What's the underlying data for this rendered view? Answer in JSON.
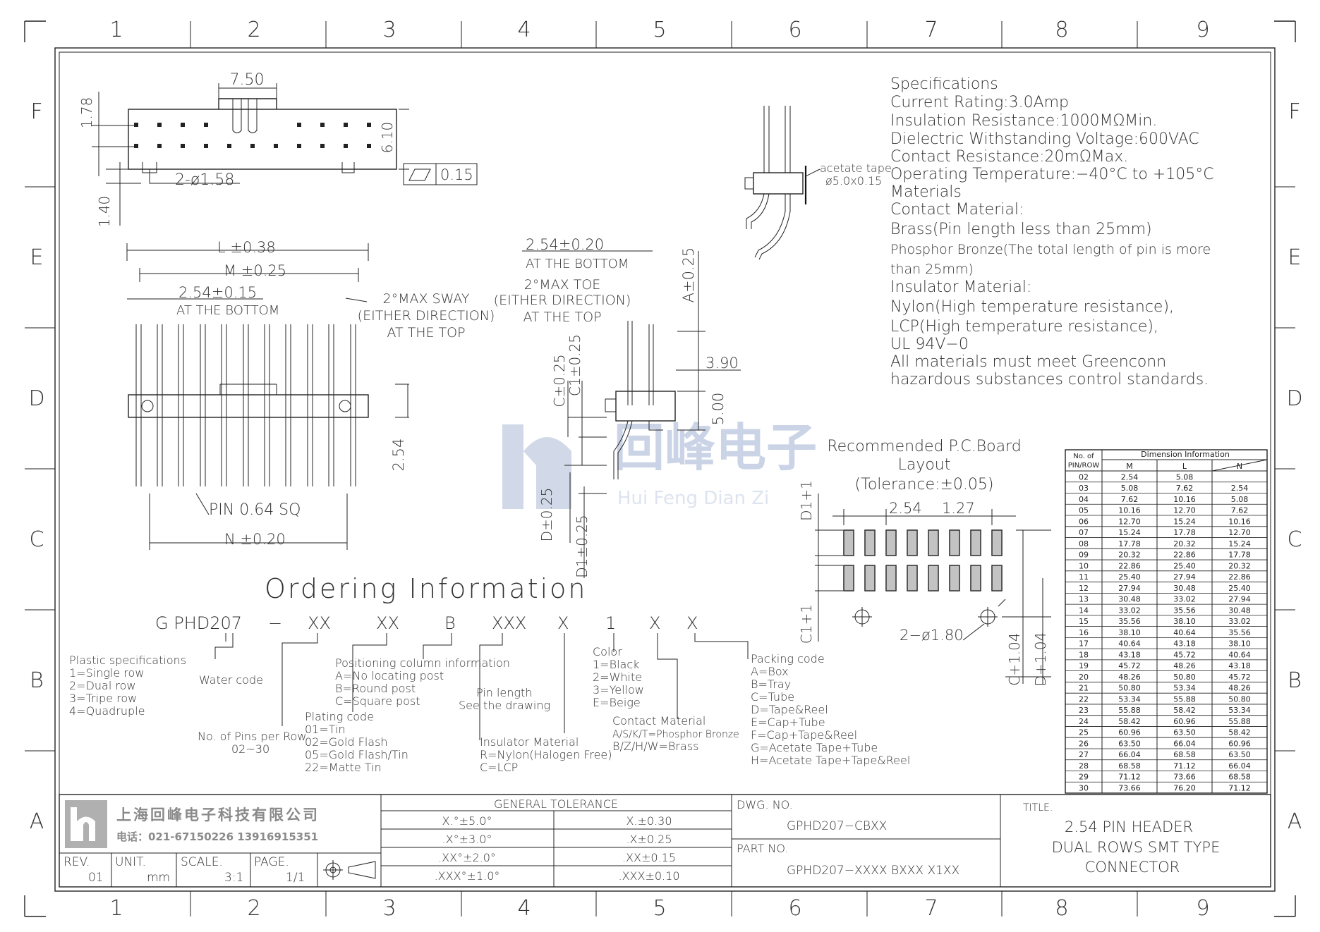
{
  "frame": {
    "col_labels": [
      "1",
      "2",
      "3",
      "4",
      "5",
      "6",
      "7",
      "8",
      "9"
    ],
    "row_labels": [
      "F",
      "E",
      "D",
      "C",
      "B",
      "A"
    ]
  },
  "top_view": {
    "dims": [
      "7.50",
      "1.78",
      "6.10",
      "2-ø1.58",
      "1.40"
    ],
    "flatness": "0.15"
  },
  "front_view": {
    "dims": [
      "L ±0.38",
      "M ±0.25",
      "2.54±0.15",
      "AT THE BOTTOM",
      "2.54",
      "PIN 0.64 SQ",
      "N ±0.20"
    ],
    "sway_note": [
      "2°MAX SWAY",
      "(EITHER DIRECTION)",
      "AT THE TOP"
    ]
  },
  "side_view": {
    "dims": [
      "2.54±0.20",
      "AT THE BOTTOM",
      "A±0.25",
      "3.90",
      "5.00",
      "C±0.25",
      "C1±0.25",
      "D±0.25",
      "D1±0.25"
    ],
    "toe_note": [
      "2°MAX TOE",
      "(EITHER DIRECTION)",
      "AT THE TOP"
    ]
  },
  "tape_view": {
    "label": "acetate tape",
    "size": "ø5.0x0.15"
  },
  "specifications": [
    "Specifications",
    "Current Rating:3.0Amp",
    "Insulation Resistance:1000MΩMin.",
    "Dielectric Withstanding Voltage:600VAC",
    "Contact Resistance:20mΩMax.",
    "Operating Temperature:−40°C to +105°C",
    "Materials",
    "Contact Material:",
    "Brass(Pin length less than 25mm)",
    "Phosphor Bronze(The total length of pin is more",
    "than 25mm)",
    "Insulator Material:",
    "Nylon(High temperature resistance),",
    "LCP(High temperature resistance),",
    "UL 94V−0",
    "All materials must meet Greenconn",
    "hazardous substances control standards."
  ],
  "watermark": {
    "brand": "回峰电子",
    "pinyin": "Hui Feng Dian Zi"
  },
  "pcb_layout": {
    "title": [
      "Recommended P.C.Board",
      "Layout",
      "(Tolerance:±0.05)"
    ],
    "dims": [
      "2.54",
      "1.27",
      "D1+1",
      "C1+1",
      "2−ø1.80",
      "C+1.04",
      "D+1.04"
    ]
  },
  "dimension_table": {
    "header_left": [
      "No. of",
      "PIN/ROW"
    ],
    "header_group": "Dimension Information",
    "columns": [
      "M",
      "L",
      "N"
    ],
    "rows": [
      [
        "02",
        "2.54",
        "5.08",
        ""
      ],
      [
        "03",
        "5.08",
        "7.62",
        "2.54"
      ],
      [
        "04",
        "7.62",
        "10.16",
        "5.08"
      ],
      [
        "05",
        "10.16",
        "12.70",
        "7.62"
      ],
      [
        "06",
        "12.70",
        "15.24",
        "10.16"
      ],
      [
        "07",
        "15.24",
        "17.78",
        "12.70"
      ],
      [
        "08",
        "17.78",
        "20.32",
        "15.24"
      ],
      [
        "09",
        "20.32",
        "22.86",
        "17.78"
      ],
      [
        "10",
        "22.86",
        "25.40",
        "20.32"
      ],
      [
        "11",
        "25.40",
        "27.94",
        "22.86"
      ],
      [
        "12",
        "27.94",
        "30.48",
        "25.40"
      ],
      [
        "13",
        "30.48",
        "33.02",
        "27.94"
      ],
      [
        "14",
        "33.02",
        "35.56",
        "30.48"
      ],
      [
        "15",
        "35.56",
        "38.10",
        "33.02"
      ],
      [
        "16",
        "38.10",
        "40.64",
        "35.56"
      ],
      [
        "17",
        "40.64",
        "43.18",
        "38.10"
      ],
      [
        "18",
        "43.18",
        "45.72",
        "40.64"
      ],
      [
        "19",
        "45.72",
        "48.26",
        "43.18"
      ],
      [
        "20",
        "48.26",
        "50.80",
        "45.72"
      ],
      [
        "21",
        "50.80",
        "53.34",
        "48.26"
      ],
      [
        "22",
        "53.34",
        "55.88",
        "50.80"
      ],
      [
        "23",
        "55.88",
        "58.42",
        "53.34"
      ],
      [
        "24",
        "58.42",
        "60.96",
        "55.88"
      ],
      [
        "25",
        "60.96",
        "63.50",
        "58.42"
      ],
      [
        "26",
        "63.50",
        "66.04",
        "60.96"
      ],
      [
        "27",
        "66.04",
        "68.58",
        "63.50"
      ],
      [
        "28",
        "68.58",
        "71.12",
        "66.04"
      ],
      [
        "29",
        "71.12",
        "73.66",
        "68.58"
      ],
      [
        "30",
        "73.66",
        "76.20",
        "71.12"
      ]
    ]
  },
  "ordering": {
    "title": "Ordering Information",
    "code_parts": [
      "G PHD207",
      "−",
      "XX",
      "XX",
      "B",
      "XXX",
      "X",
      "1",
      "X",
      "X"
    ],
    "plastic": [
      "Plastic specifications",
      "1=Single row",
      "2=Dual row",
      "3=Tripe row",
      "4=Quadruple"
    ],
    "water": "Water code",
    "pins_per_row": [
      "No. of Pins per Row",
      "02~30"
    ],
    "plating": [
      "Plating code",
      "01=Tin",
      "02=Gold Flash",
      "05=Gold Flash/Tin",
      "22=Matte Tin"
    ],
    "positioning": [
      "Positioning column information",
      "A=No locating post",
      "B=Round post",
      "C=Square post"
    ],
    "pin_length": [
      "Pin length",
      "See the drawing"
    ],
    "insulator": [
      "Insulator Material",
      "R=Nylon(Halogen Free)",
      "C=LCP"
    ],
    "color": [
      "Color",
      "1=Black",
      "2=White",
      "3=Yellow",
      "E=Beige"
    ],
    "contact": [
      "Contact Material",
      "A/S/K/T=Phosphor Bronze",
      "B/Z/H/W=Brass"
    ],
    "packing": [
      "Packing code",
      "A=Box",
      "B=Tray",
      "C=Tube",
      "D=Tape&Reel",
      "E=Cap+Tube",
      "F=Cap+Tape&Reel",
      "G=Acetate Tape+Tube",
      "H=Acetate Tape+Tape&Reel"
    ]
  },
  "title_block": {
    "company_cn": "上海回峰电子科技有限公司",
    "phone": "电话：021-67150226  13916915351",
    "rev_label": "REV.",
    "rev": "01",
    "unit_label": "UNIT.",
    "unit": "mm",
    "scale_label": "SCALE.",
    "scale": "3:1",
    "page_label": "PAGE.",
    "page": "1/1",
    "tolerance_title": "GENERAL TOLERANCE",
    "tolerances": [
      [
        "X.°±5.0°",
        "X.±0.30"
      ],
      [
        ".X°±3.0°",
        ".X±0.25"
      ],
      [
        ".XX°±2.0°",
        ".XX±0.15"
      ],
      [
        ".XXX°±1.0°",
        ".XXX±0.10"
      ]
    ],
    "dwg_label": "DWG. NO.",
    "dwg": "GPHD207−CBXX",
    "part_label": "PART NO.",
    "part": "GPHD207−XXXX  BXXX  X1XX",
    "title_label": "TITLE.",
    "title_lines": [
      "2.54 PIN HEADER",
      "DUAL ROWS SMT TYPE",
      "CONNECTOR"
    ]
  }
}
